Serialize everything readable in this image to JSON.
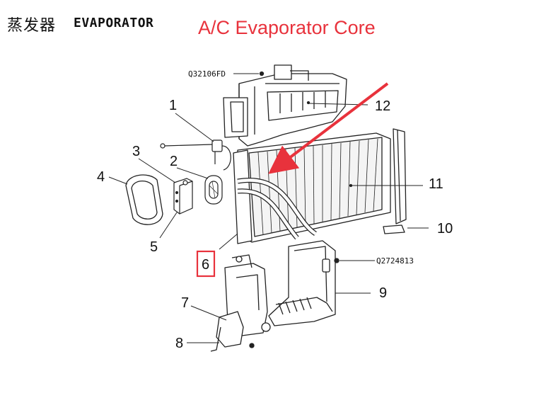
{
  "header": {
    "cn_label": "蒸发器",
    "en_label": "EVAPORATOR",
    "title": "A/C Evaporator Core",
    "title_color": "#e8323c"
  },
  "part_numbers": {
    "top_screw": "Q32106FD",
    "right_screw": "Q2724813"
  },
  "callouts": [
    "1",
    "2",
    "3",
    "4",
    "5",
    "6",
    "7",
    "8",
    "9",
    "10",
    "11",
    "12"
  ],
  "highlight": {
    "callout": "6",
    "color": "#e8323c"
  }
}
